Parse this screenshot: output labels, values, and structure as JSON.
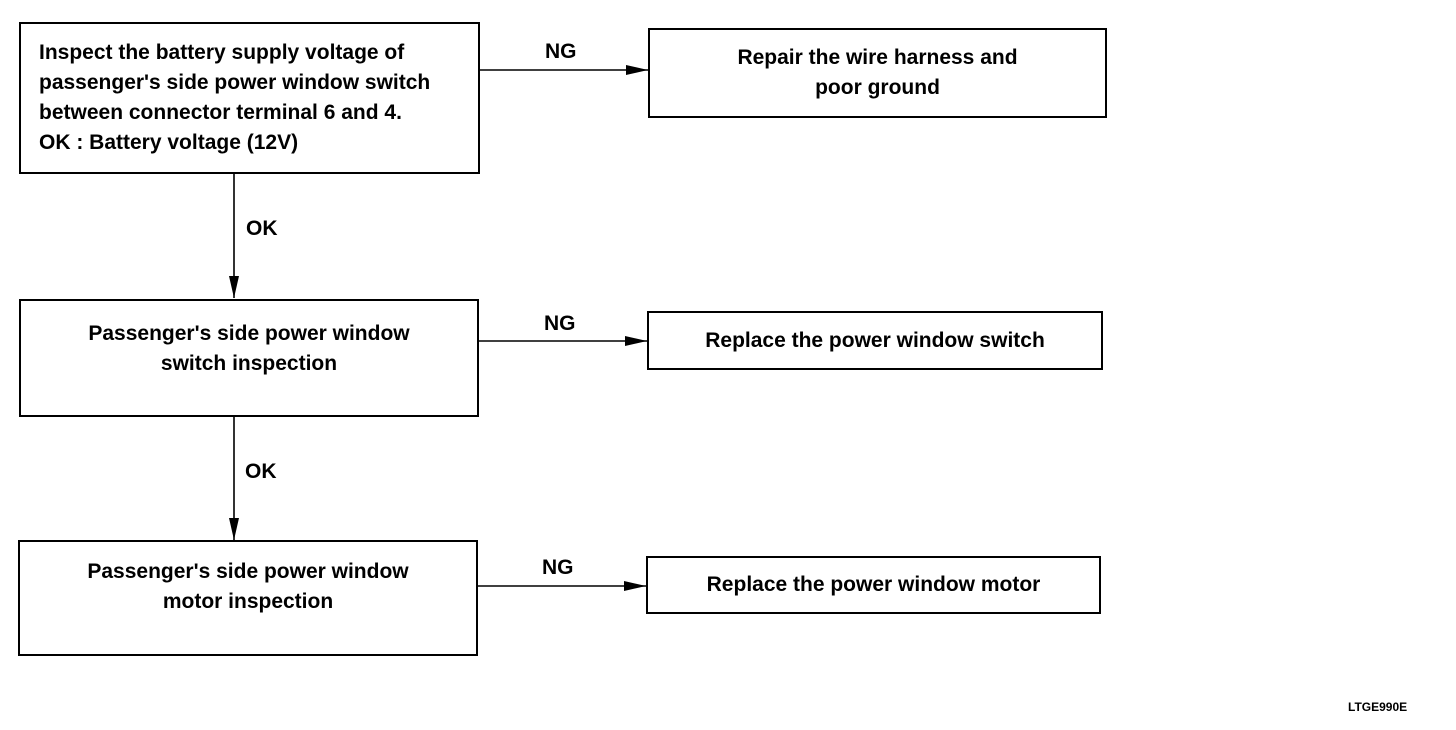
{
  "diagram": {
    "steps": [
      {
        "lines": [
          "Inspect the battery supply voltage of",
          "passenger's side power window switch",
          "between connector terminal 6 and 4.",
          "OK : Battery voltage (12V)"
        ]
      },
      {
        "lines": [
          "Passenger's side power window",
          "switch inspection"
        ]
      },
      {
        "lines": [
          "Passenger's side power window",
          "motor inspection"
        ]
      }
    ],
    "results": [
      {
        "lines": [
          "Repair the wire harness and",
          "poor ground"
        ]
      },
      {
        "lines": [
          "Replace the power window switch"
        ]
      },
      {
        "lines": [
          "Replace the power window motor"
        ]
      }
    ],
    "edge_labels": {
      "ng_1": "NG",
      "ng_2": "NG",
      "ng_3": "NG",
      "ok_1": "OK",
      "ok_2": "OK"
    },
    "figure_code": "LTGE990E",
    "stroke_color": "#000000"
  }
}
